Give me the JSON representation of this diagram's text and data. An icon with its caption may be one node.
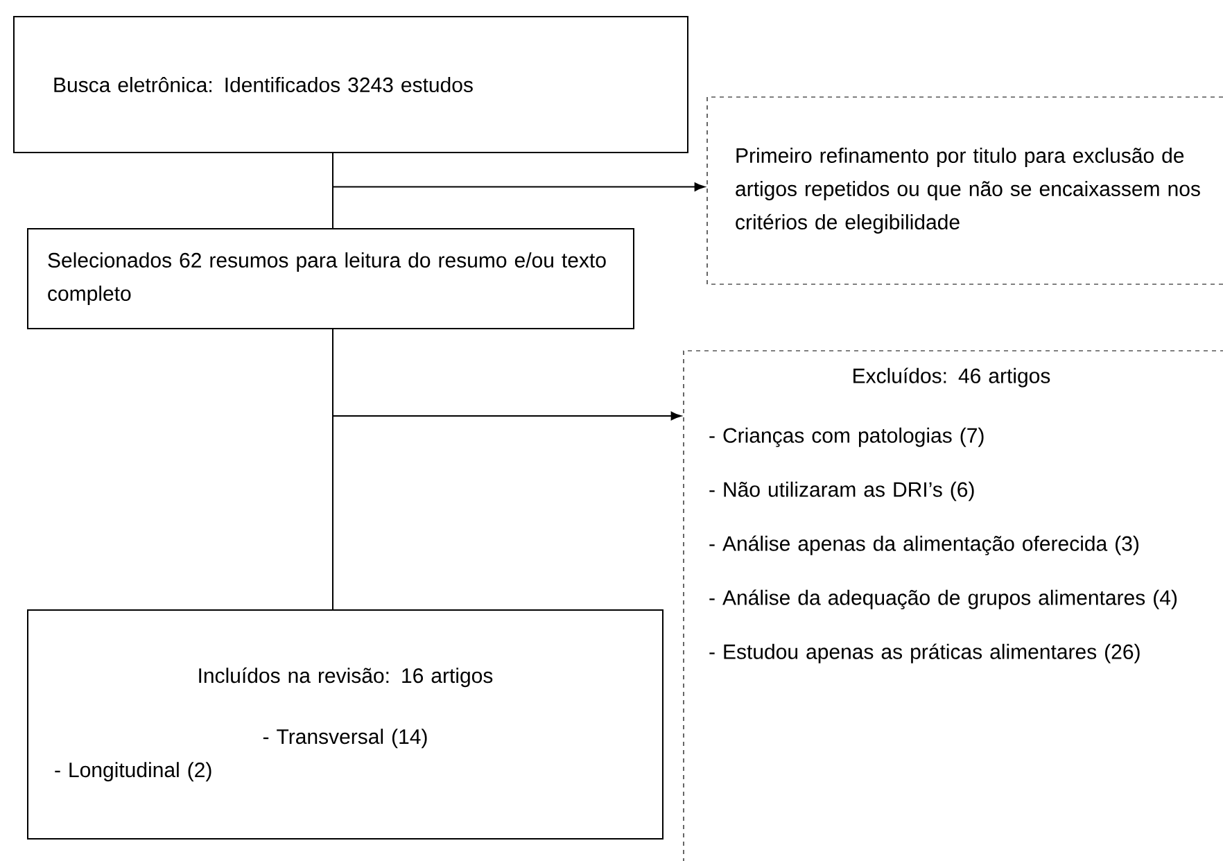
{
  "diagram": {
    "nodes": [
      {
        "text": [
          "Busca eletrônica: Identificados 3243 estudos"
        ]
      },
      {
        "text": [
          "Primeiro refinamento por titulo para exclusão de artigos repetidos ou que não se encaixassem nos critérios de elegibilidade"
        ]
      },
      {
        "text": [
          "Selecionados 62 resumos para leitura do resumo e/ou texto completo"
        ]
      },
      {
        "text": [
          "Excluídos: 46 artigos",
          "- Crianças com patologias (7)",
          "- Não utilizaram as DRI’s (6)",
          "- Análise apenas da alimentação oferecida (3)",
          "- Análise da adequação de grupos alimentares (4)",
          "- Estudou apenas as práticas alimentares (26)"
        ]
      },
      {
        "text": [
          "Incluídos na revisão: 16 artigos",
          "- Transversal (14)",
          "- Longitudinal (2)"
        ]
      }
    ],
    "edges": [
      {
        "from": 0,
        "to": 2,
        "arrow": "none"
      },
      {
        "from": 0,
        "to": 1,
        "arrow": "to"
      },
      {
        "from": 2,
        "to": 4,
        "arrow": "none"
      },
      {
        "from": 2,
        "to": 3,
        "arrow": "to"
      }
    ]
  }
}
